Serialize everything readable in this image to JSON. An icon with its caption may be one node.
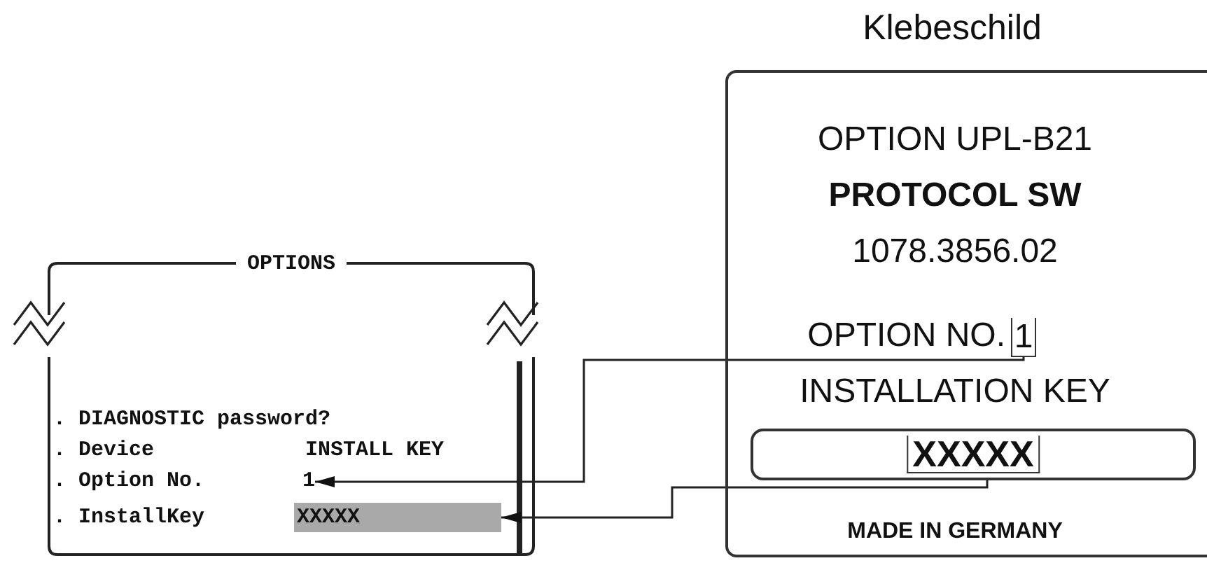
{
  "diagram": {
    "nodes": [
      {
        "text": [
          "OPTIONS"
        ]
      },
      {
        "text": [
          "1"
        ],
        "in": 0
      },
      {
        "text": [
          "XXXXX"
        ],
        "in": 0
      },
      {
        "text": [
          "OPTION UPL-B21",
          "PROTOCOL SW",
          "1078.3856.02",
          "OPTION NO.",
          "INSTALLATION KEY",
          "MADE IN GERMANY"
        ],
        "beside": [
          "Klebeschild"
        ]
      },
      {
        "text": [
          "1"
        ],
        "in": 3
      },
      {
        "text": [
          "XXXXX"
        ],
        "in": 3
      }
    ],
    "edges": [
      {
        "from": 4,
        "to": 1,
        "arrow": "to"
      },
      {
        "from": 5,
        "to": 2,
        "arrow": "to"
      }
    ],
    "labels": [
      ". DIAGNOSTIC password?",
      ". Device",
      "INSTALL KEY",
      ". Option No.",
      ". InstallKey"
    ]
  }
}
